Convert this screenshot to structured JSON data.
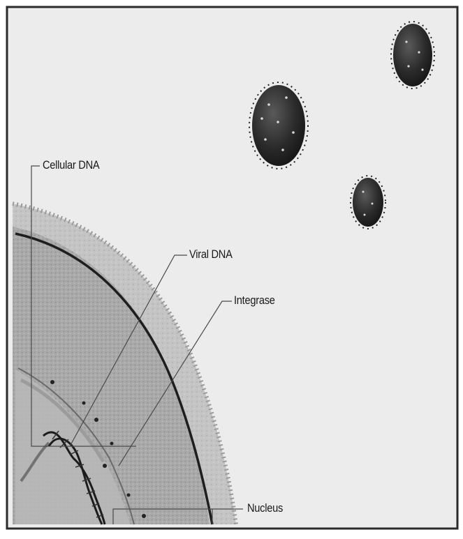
{
  "figure": {
    "labels": {
      "cellular_dna": "Cellular DNA",
      "viral_dna": "Viral DNA",
      "integrase": "Integrase",
      "nucleus": "Nucleus"
    },
    "colors": {
      "background": "#ececec",
      "frame": "#2a2a2a",
      "cell_membrane": "#b5b5b5",
      "cytoplasm": "#a6a6a6",
      "nuclear_envelope": "#1e1e1e",
      "virion": "#2b2b2b",
      "leader_lines": "#4a4a4a"
    },
    "icons": [
      "virion-icon",
      "dna-helix-icon",
      "integrase-enzyme-icon"
    ]
  }
}
